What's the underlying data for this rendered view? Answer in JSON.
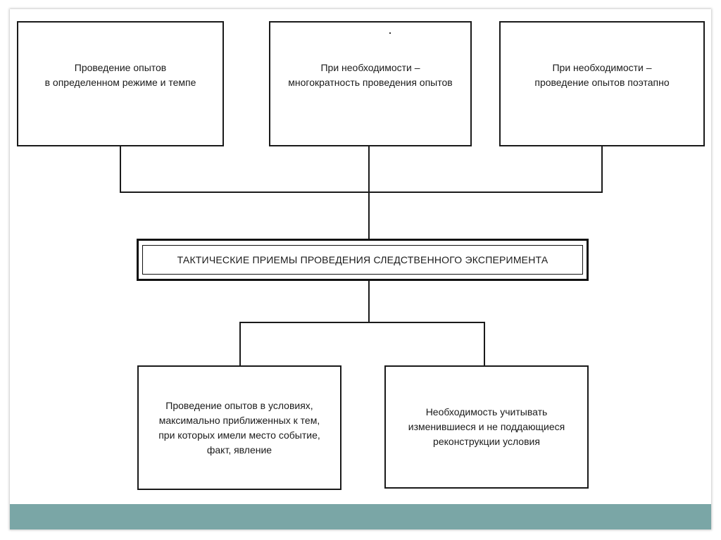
{
  "diagram": {
    "top_boxes": [
      {
        "text": "Проведение опытов\nв определенном режиме и темпе"
      },
      {
        "text": "При необходимости –\nмногократность проведения опытов"
      },
      {
        "text": "При необходимости –\nпроведение опытов поэтапно"
      }
    ],
    "center_title": "ТАКТИЧЕСКИЕ ПРИЕМЫ ПРОВЕДЕНИЯ СЛЕДСТВЕННОГО ЭКСПЕРИМЕНТА",
    "bottom_boxes": [
      {
        "text": "Проведение опытов в условиях,\nмаксимально приближенных к тем,\nпри которых имели место событие,\nфакт, явление"
      },
      {
        "text": "Необходимость учитывать\nизменившиеся и не поддающиеся\nреконструкции условия"
      }
    ]
  },
  "colors": {
    "footer_bar": "#7aa6a6",
    "border": "#1a1a1a"
  }
}
